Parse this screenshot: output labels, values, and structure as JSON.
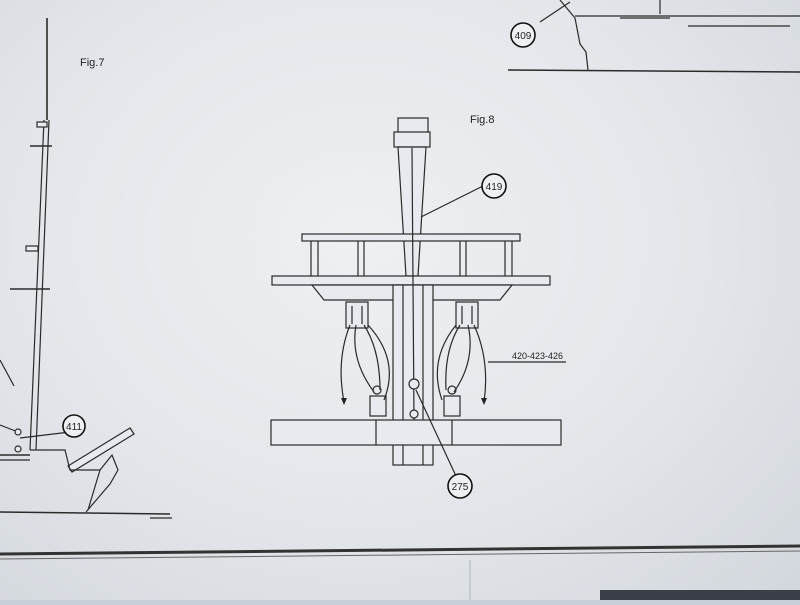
{
  "figures": {
    "fig7": {
      "label": "Fig.7",
      "callout": "411"
    },
    "fig8": {
      "label": "Fig.8",
      "callouts": {
        "top": "419",
        "bottom": "275"
      },
      "side_label": "420-423-426"
    },
    "corner": {
      "callout": "409"
    }
  }
}
